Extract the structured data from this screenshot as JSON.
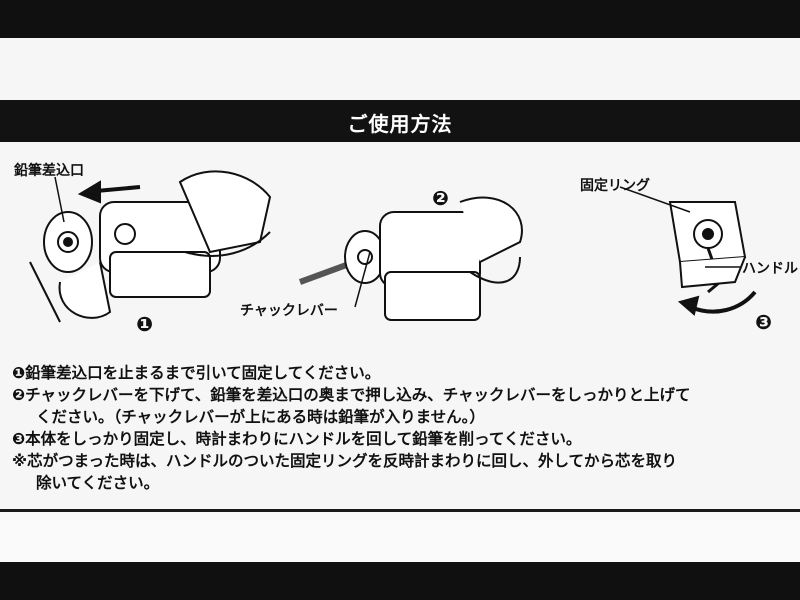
{
  "header": {
    "title": "ご使用方法"
  },
  "diagram": {
    "label_pencil_inlet": "鉛筆差込口",
    "label_fixed_ring": "固定リング",
    "label_handle": "ハンドル",
    "label_chuck_lever": "チャックレバー",
    "step_1": "❶",
    "step_2": "❷",
    "step_3": "❸"
  },
  "instructions": {
    "step1": "❶鉛筆差込口を止まるまで引いて固定してください。",
    "step2_line1": "❷チャックレバーを下げて、鉛筆を差込口の奥まで押し込み、チャックレバーをしっかりと上げて",
    "step2_line2": "ください。（チャックレバーが上にある時は鉛筆が入りません。）",
    "step3": "❸本体をしっかり固定し、時計まわりにハンドルを回して鉛筆を削ってください。",
    "note_line1": "※芯がつまった時は、ハンドルのついた固定リングを反時計まわりに回し、外してから芯を取り",
    "note_line2": "除いてください。"
  }
}
